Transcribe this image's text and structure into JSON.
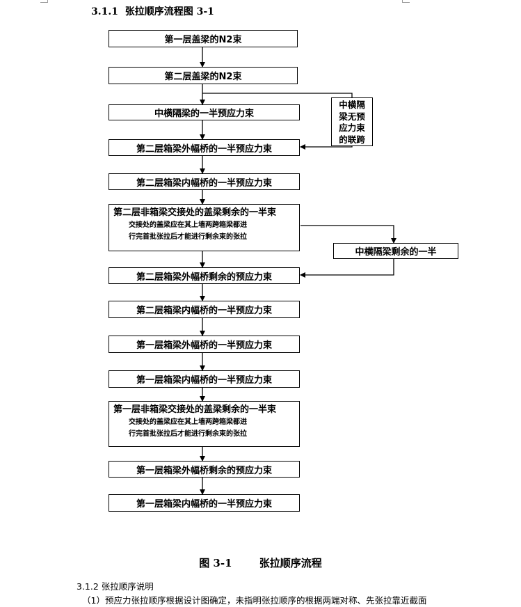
{
  "heading": {
    "number": "3.1.1",
    "title": "张拉顺序流程图 3-1"
  },
  "flow_boxes": [
    {
      "text": "第一层盖梁的N2束"
    },
    {
      "text": "第二层盖梁的N2束"
    },
    {
      "text": "中横隔梁的一半预应力束"
    },
    {
      "text": "第二层箱梁外幅桥的一半预应力束"
    },
    {
      "text": "第二层箱梁内幅桥的一半预应力束"
    },
    {
      "line1": "第二层非箱梁交接处的盖梁剩余的一半束",
      "line2": "交接处的盖梁应在其上墙两跨箱梁都进",
      "line3": "行完首批张拉后才能进行剩余束的张拉"
    },
    {
      "text": "第二层箱梁外幅桥剩余的预应力束"
    },
    {
      "text": "第二层箱梁内幅桥的一半预应力束"
    },
    {
      "text": "第一层箱梁外幅桥的一半预应力束"
    },
    {
      "text": "第一层箱梁内幅桥的一半预应力束"
    },
    {
      "line1": "第一层非箱梁交接处的盖梁剩余的一半束",
      "line2": "交接处的盖梁应在其上墙两跨箱梁都进",
      "line3": "行完首批张拉后才能进行剩余束的张拉"
    },
    {
      "text": "第一层箱梁外幅桥剩余的预应力束"
    },
    {
      "text": "第一层箱梁内幅桥的一半预应力束"
    }
  ],
  "side_boxes": {
    "no_prestress": {
      "line1": "中横隔",
      "line2": "梁无预",
      "line3": "应力束",
      "line4": "的联跨"
    },
    "remaining_half": {
      "text": "中横隔梁剩余的一半"
    }
  },
  "caption": {
    "number": "图 3-1",
    "title": "张拉顺序流程"
  },
  "section": {
    "subheading": "3.1.2 张拉顺序说明",
    "paragraph": "（1）预应力张拉顺序根据设计图确定，未指明张拉顺序的根据两端对称、先张拉靠近截面"
  }
}
